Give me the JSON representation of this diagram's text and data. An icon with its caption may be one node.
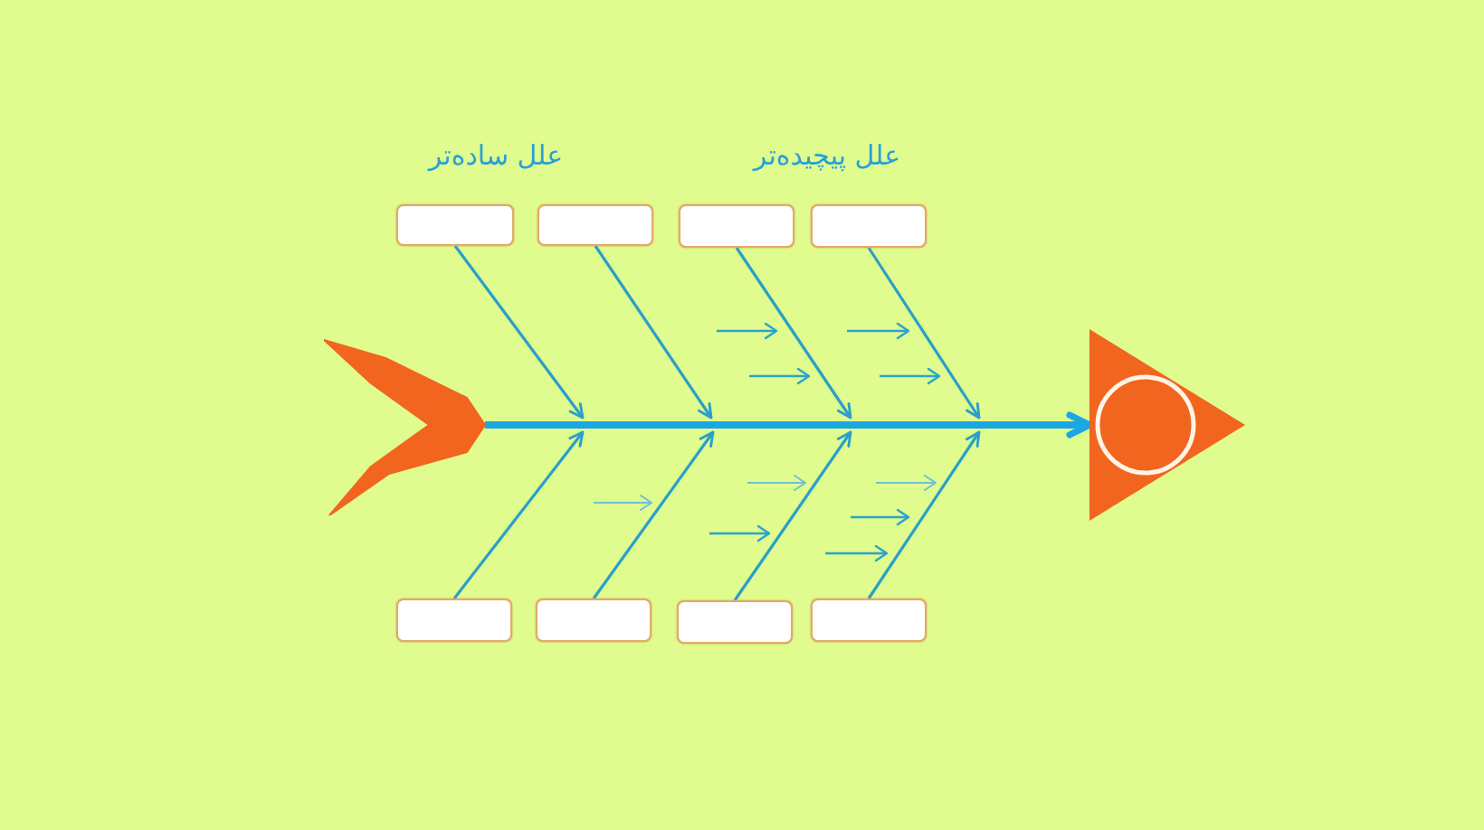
{
  "diagram": {
    "nodes": [
      {
        "text": [],
        "shape": "box"
      },
      {
        "text": [],
        "shape": "box"
      },
      {
        "text": [],
        "shape": "box"
      },
      {
        "text": [],
        "shape": "box"
      },
      {
        "text": [],
        "shape": "chevron"
      },
      {
        "text": [],
        "shape": "triangle"
      },
      {
        "text": [],
        "shape": "box"
      },
      {
        "text": [],
        "shape": "box"
      },
      {
        "text": [],
        "shape": "box"
      },
      {
        "text": [],
        "shape": "box"
      }
    ],
    "edges": [
      {
        "from": 4,
        "to": 5,
        "arrow": "to",
        "style": "thick",
        "color": "#1aa7e2"
      },
      {
        "from": 0,
        "to": null,
        "arrow": "to"
      },
      {
        "from": 1,
        "to": null,
        "arrow": "to"
      },
      {
        "from": 2,
        "to": null,
        "arrow": "to"
      },
      {
        "from": 3,
        "to": null,
        "arrow": "to"
      },
      {
        "from": 6,
        "to": null,
        "arrow": "to"
      },
      {
        "from": 7,
        "to": null,
        "arrow": "to"
      },
      {
        "from": 8,
        "to": null,
        "arrow": "to"
      },
      {
        "from": 9,
        "to": null,
        "arrow": "to"
      }
    ],
    "labels": [
      "علل ساده‌تر",
      "علل پیچیده‌تر"
    ]
  }
}
